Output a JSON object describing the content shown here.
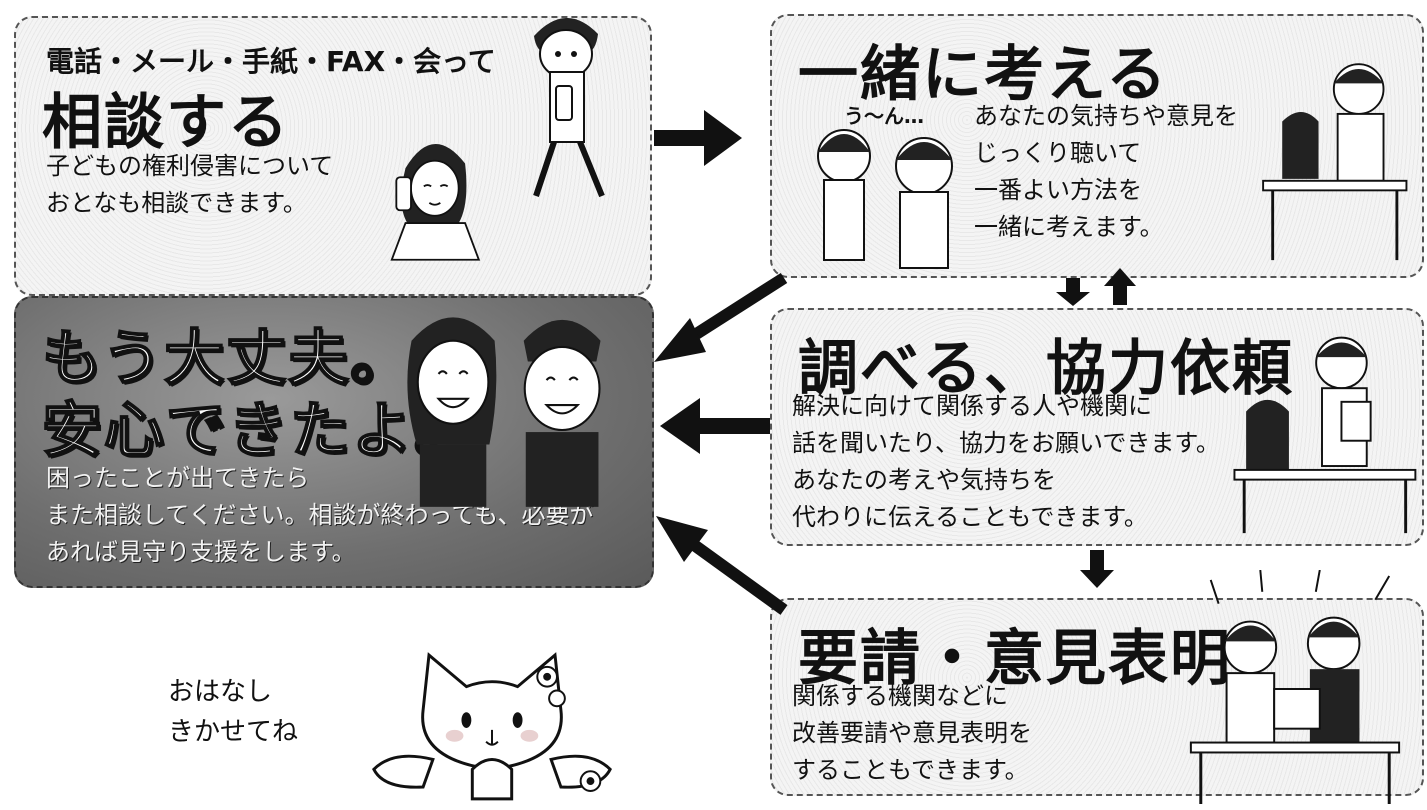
{
  "boxes": {
    "consult": {
      "subtitle": "電話・メール・手紙・FAX・会って",
      "title": "相談する",
      "body": "子どもの権利侵害について\nおとなも相談できます。"
    },
    "think": {
      "title": "一緒に考える",
      "sound": "う〜ん…",
      "body": "あなたの気持ちや意見を\nじっくり聴いて\n一番よい方法を\n一緒に考えます。"
    },
    "research": {
      "title": "調べる、協力依頼",
      "body": "解決に向けて関係する人や機関に\n話を聞いたり、協力をお願いできます。\nあなたの考えや気持ちを\n代わりに伝えることもできます。"
    },
    "request": {
      "title": "要請・意見表明",
      "body": "関係する機関などに\n改善要請や意見表明を\nすることもできます。"
    },
    "relief": {
      "title_line1": "もう大丈夫。",
      "title_line2": "安心できたよ。",
      "body": "困ったことが出てきたら\nまた相談してください。相談が終わっても、必要が\nあれば見守り支援をします。"
    }
  },
  "mascot": {
    "speech": "おはなし\nきかせてね"
  },
  "colors": {
    "border": "#555555",
    "box_bg": "#f4f4f4",
    "dark_box_bg": "#6f6f6f",
    "arrow": "#111111"
  }
}
